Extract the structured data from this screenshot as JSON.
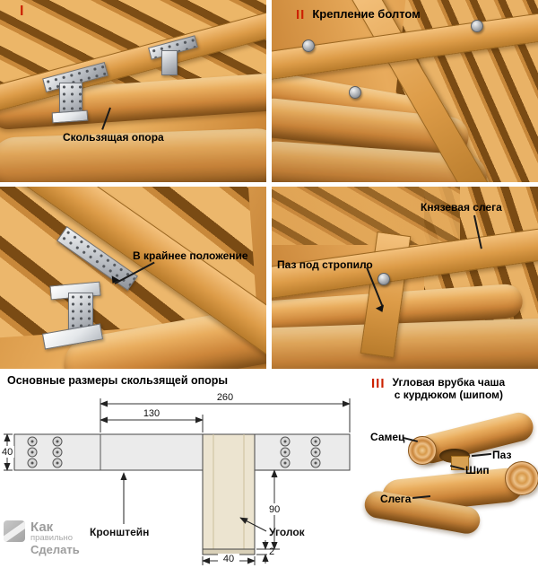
{
  "colors": {
    "accent_red": "#cc2200",
    "wood_mid": "#d99a4c",
    "metal_gray": "#c3c7cc",
    "watermark_gray": "#9d9d9d"
  },
  "panel1": {
    "numeral": "I",
    "callout": "Скользящая опора"
  },
  "panel2": {
    "numeral": "II",
    "title": "Крепление болтом"
  },
  "panel3": {
    "callout": "В крайнее положение"
  },
  "panel4": {
    "callout_beam": "Князевая слега",
    "callout_notch": "Паз под стропило"
  },
  "drawing": {
    "title": "Основные размеры скользящей опоры",
    "dims": {
      "total_width": "260",
      "bracket_width": "130",
      "plate_height": "40",
      "angle_height": "90",
      "angle_width": "40",
      "thickness": "2"
    },
    "labels": {
      "bracket": "Кронштейн",
      "angle": "Уголок"
    }
  },
  "panel6": {
    "numeral": "III",
    "title_line1": "Угловая врубка чаша",
    "title_line2": "с курдюком (шипом)",
    "labels": {
      "top_log": "Самец",
      "groove": "Паз",
      "tenon": "Шип",
      "beam": "Слега"
    }
  },
  "watermark": {
    "line1": "Как",
    "line2": "правильно",
    "line3": "Сделать"
  }
}
